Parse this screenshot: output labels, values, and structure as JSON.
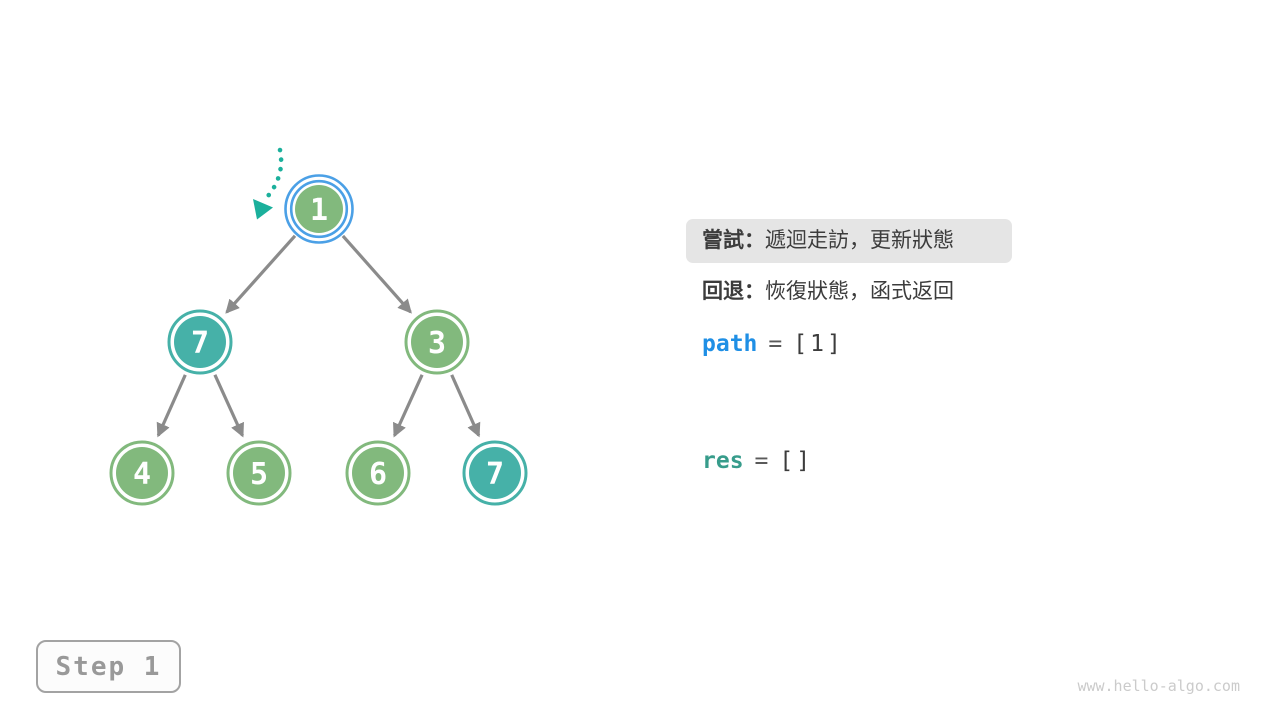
{
  "colors": {
    "node_green": "#82B97D",
    "node_teal": "#46B1A8",
    "highlight_ring_blue": "#4BA0E6",
    "edge_gray": "#8B8B8B",
    "pointer_teal": "#1BB09C",
    "highlight_bg": "#E5E5E5",
    "text_dark": "#3C3C3C",
    "path_blue": "#1F8FE5",
    "res_teal": "#379C8B"
  },
  "tree": {
    "nodes": [
      {
        "value": "1",
        "color": "#82B97D",
        "highlighted": true
      },
      {
        "value": "7",
        "color": "#46B1A8"
      },
      {
        "value": "3",
        "color": "#82B97D"
      },
      {
        "value": "4",
        "color": "#82B97D"
      },
      {
        "value": "5",
        "color": "#82B97D"
      },
      {
        "value": "6",
        "color": "#82B97D"
      },
      {
        "value": "7",
        "color": "#46B1A8"
      }
    ]
  },
  "panel": {
    "try": {
      "label": "嘗試：",
      "text": "遞迴走訪，更新狀態"
    },
    "back": {
      "label": "回退：",
      "text": "恢復狀態，函式返回"
    },
    "path": {
      "name": "path",
      "eq": "=",
      "value": "[1]"
    },
    "res": {
      "name": "res",
      "eq": "=",
      "value": "[]"
    }
  },
  "step_badge": {
    "label": "Step 1"
  },
  "watermark": "www.hello-algo.com"
}
